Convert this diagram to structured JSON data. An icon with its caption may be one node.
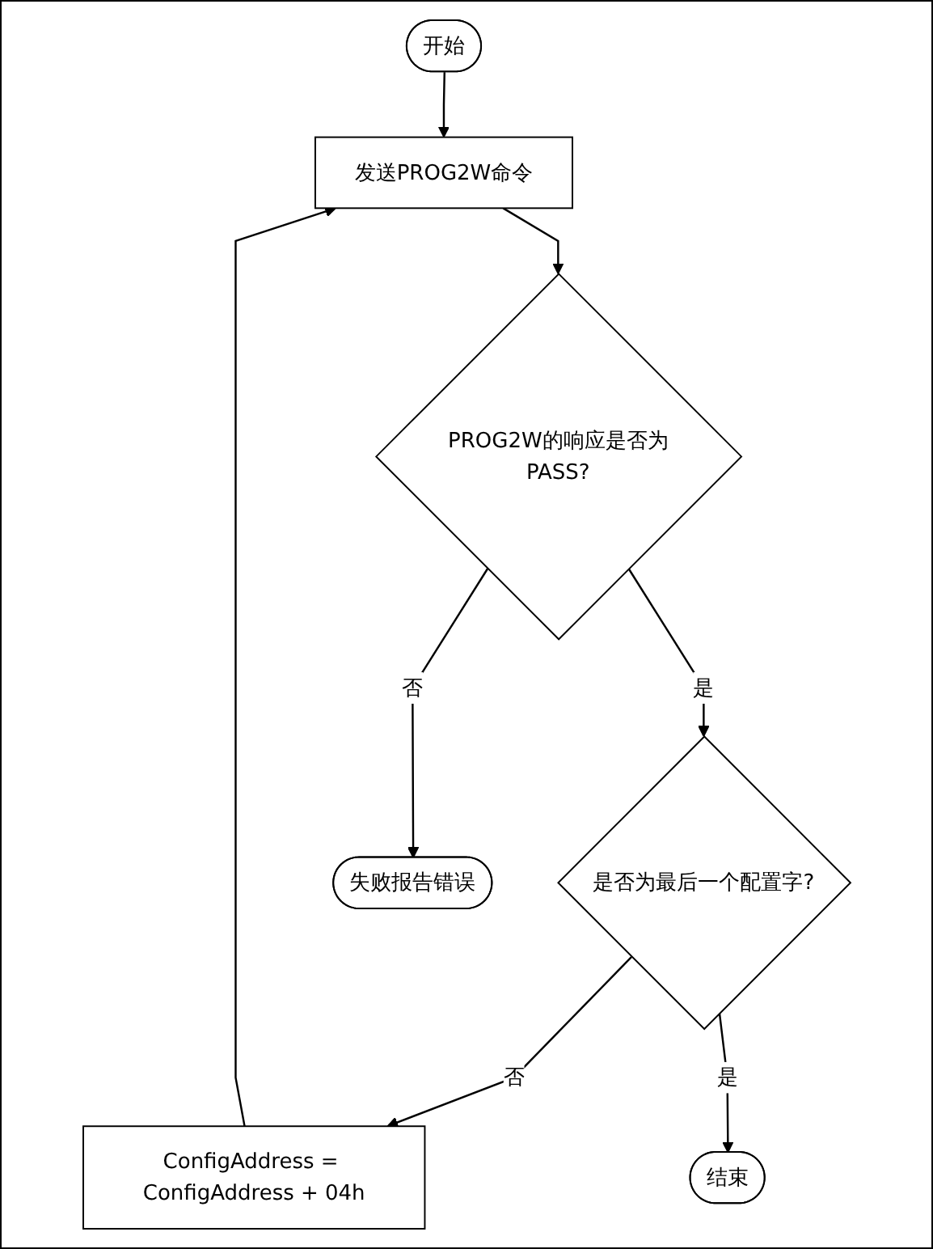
{
  "diagram": {
    "nodes": [
      {
        "text": [
          "开始"
        ]
      },
      {
        "text": [
          "发送PROG2W命令"
        ]
      },
      {
        "text": [
          "PROG2W的响应是否为PASS?"
        ]
      },
      {
        "text": [
          "是否为最后一个配置字?"
        ]
      },
      {
        "text": [
          "ConfigAddress = ConfigAddress + 04h"
        ]
      },
      {
        "text": [
          "结束"
        ]
      },
      {
        "text": [
          "失败报告错误"
        ]
      }
    ],
    "edges": [
      {
        "from": 0,
        "to": 1,
        "arrow": "to"
      },
      {
        "from": 1,
        "to": 2,
        "arrow": "to"
      },
      {
        "from": 2,
        "to": 3,
        "arrow": "to",
        "label": "是"
      },
      {
        "from": 2,
        "to": 6,
        "arrow": "to",
        "label": "否"
      },
      {
        "from": 3,
        "to": 4,
        "arrow": "to",
        "label": "否"
      },
      {
        "from": 3,
        "to": 5,
        "arrow": "to",
        "label": "是"
      },
      {
        "from": 4,
        "to": 1,
        "arrow": "to"
      }
    ]
  }
}
